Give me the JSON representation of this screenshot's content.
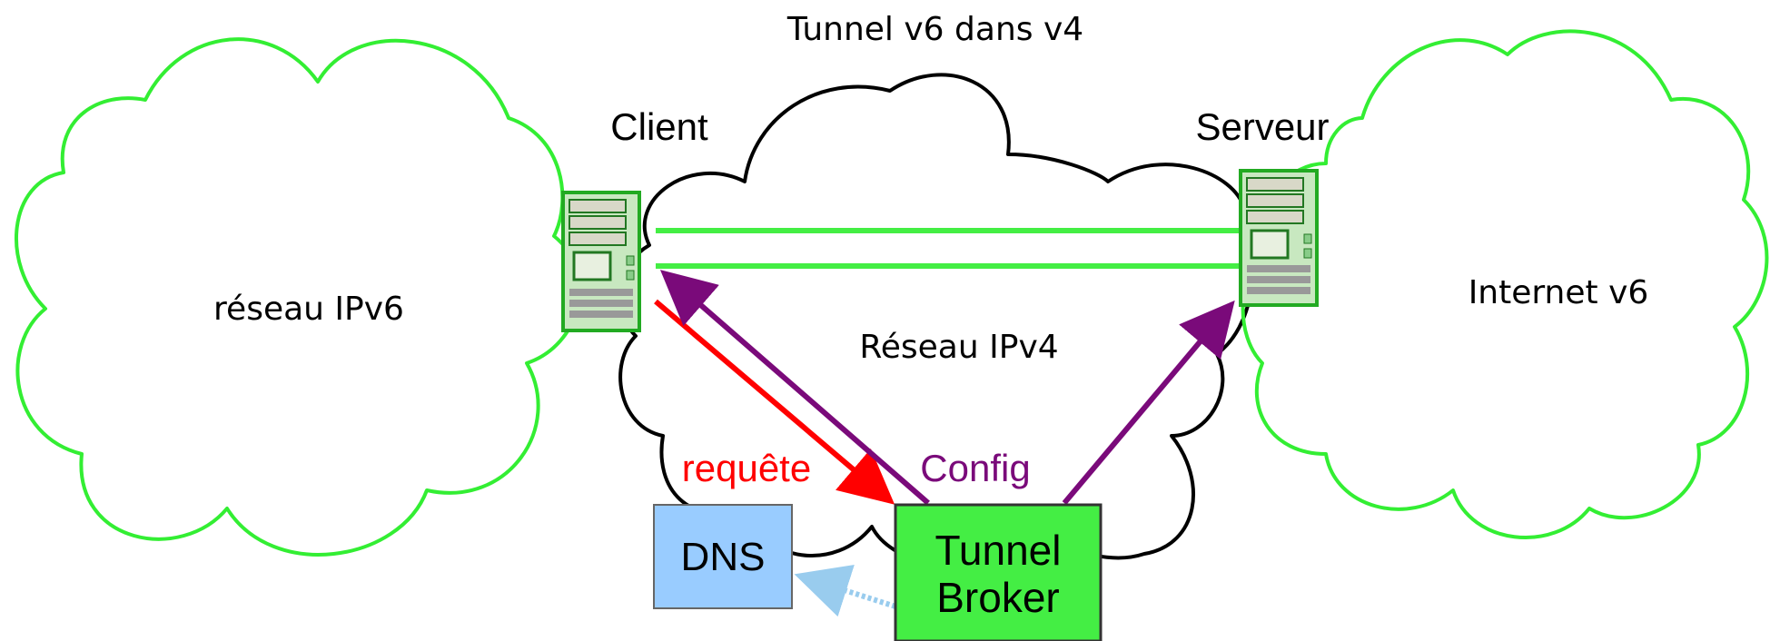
{
  "labels": {
    "tunnel_title": "Tunnel v6 dans v4",
    "client": "Client",
    "serveur": "Serveur",
    "ipv6_network": "réseau IPv6",
    "ipv4_network": "Réseau IPv4",
    "internet_v6": "Internet v6",
    "request": "requête",
    "config": "Config",
    "dns": "DNS",
    "broker_line1": "Tunnel",
    "broker_line2": "Broker"
  },
  "colors": {
    "ipv6_cloud": "#33ee33",
    "ipv4_cloud": "#000000",
    "tunnel_line": "#44ee44",
    "request_arrow": "#ff0000",
    "config_arrow": "#7a0a7a",
    "dns_box": "#99ccff",
    "broker_box": "#44ee44",
    "dns_link": "#99ccee",
    "request_text": "#ff0000",
    "config_text": "#7a0a7a"
  },
  "icons": {
    "client": "server-icon",
    "serveur": "server-icon"
  }
}
